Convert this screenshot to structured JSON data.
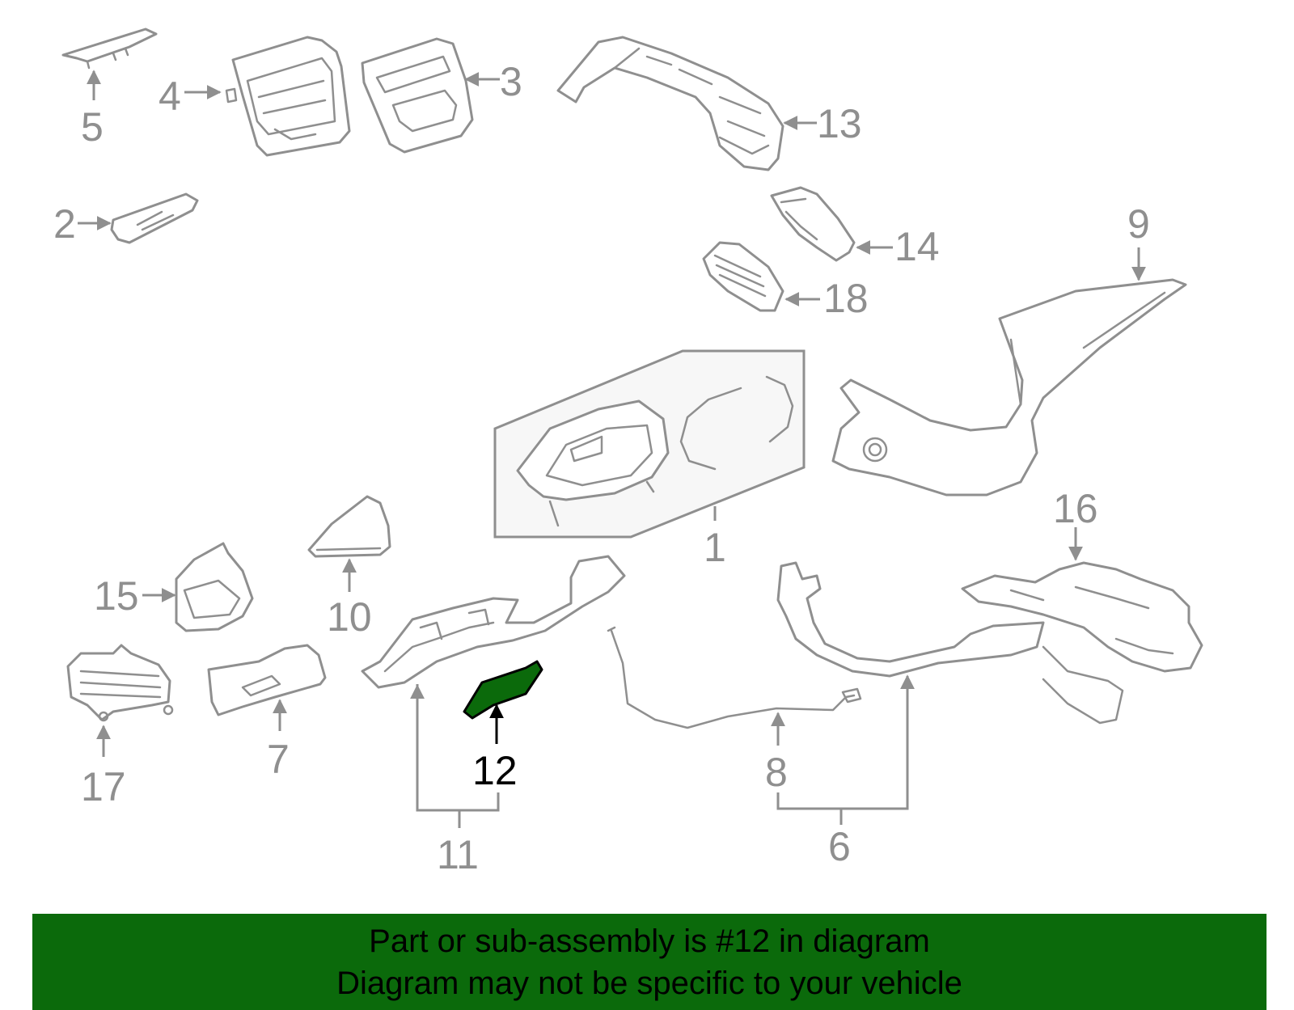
{
  "colors": {
    "outline": "#8f8f8f",
    "highlight_fill": "#0b6a0b",
    "highlight_label": "#000000",
    "banner_background": "#0b6a0b",
    "banner_text": "#000000"
  },
  "labels": {
    "p1": "1",
    "p2": "2",
    "p3": "3",
    "p4": "4",
    "p5": "5",
    "p6": "6",
    "p7": "7",
    "p8": "8",
    "p9": "9",
    "p10": "10",
    "p11": "11",
    "p12": "12",
    "p13": "13",
    "p14": "14",
    "p15": "15",
    "p16": "16",
    "p17": "17",
    "p18": "18"
  },
  "highlighted_part": "12",
  "banner": {
    "line1": "Part or sub-assembly is #12 in diagram",
    "line2": "Diagram may not be specific to your vehicle"
  }
}
